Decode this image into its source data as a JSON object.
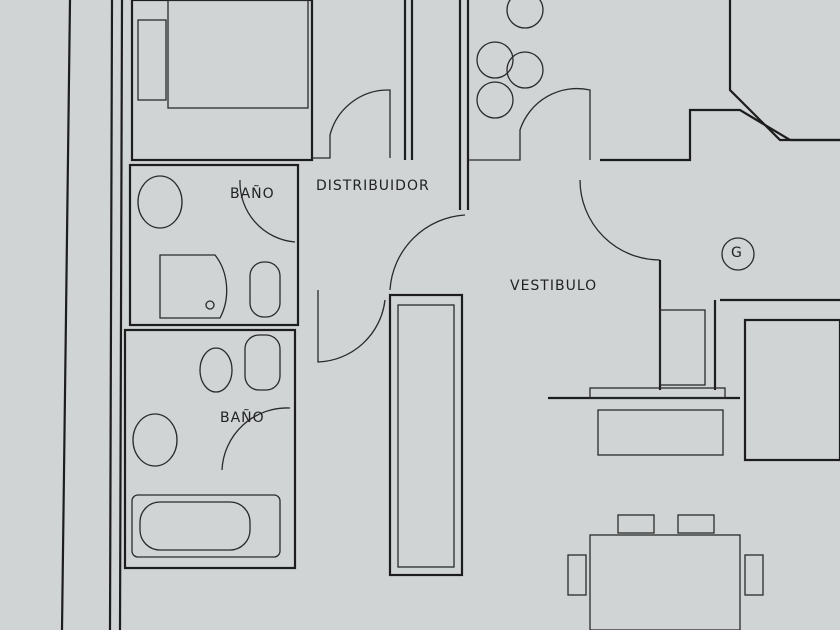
{
  "plan": {
    "rooms": {
      "bath_top": "BAÑO",
      "distributor": "DISTRIBUIDOR",
      "bath_bottom": "BAÑO",
      "vestibule": "VESTIBULO"
    },
    "gas_symbol": "G"
  }
}
